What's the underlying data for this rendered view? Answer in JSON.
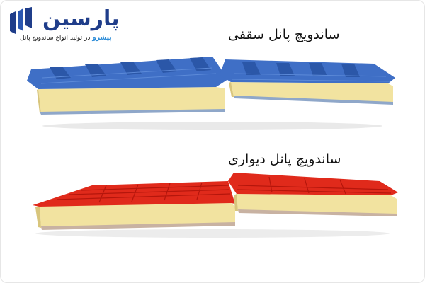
{
  "brand": {
    "name": "پارسین",
    "tagline_highlight": "پیشرو",
    "tagline_rest": "در تولید انواع ساندویچ پانل"
  },
  "panels": [
    {
      "label": "ساندویچ پانل سقفی",
      "skin_color": "#3f6fc6",
      "core_color": "#f4e8a8"
    },
    {
      "label": "ساندویچ پانل دیواری",
      "skin_color": "#e02a1b",
      "core_color": "#f4e8a8"
    }
  ],
  "colors": {
    "logo_blue": "#1f3d8a",
    "accent_blue": "#2e8dd8"
  },
  "icons": [
    "logo-bars-icon"
  ]
}
